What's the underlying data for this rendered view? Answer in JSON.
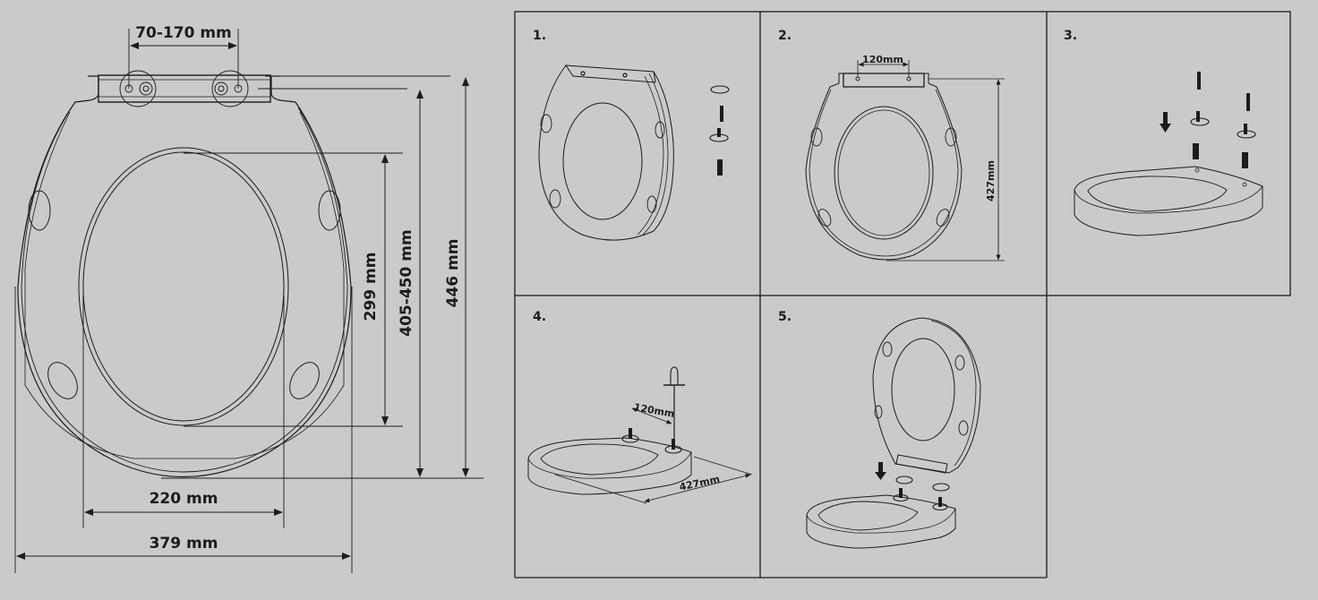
{
  "dimension_drawing": {
    "hinge_spacing": "70-170 mm",
    "opening_length": "299 mm",
    "seat_length_range": "405-450 mm",
    "overall_length": "446 mm",
    "opening_width": "220 mm",
    "overall_width": "379 mm"
  },
  "steps": [
    {
      "number": "1.",
      "description": "seat and hinge parts: cap, bolt, hinge post, anchor"
    },
    {
      "number": "2.",
      "hinge_spacing": "120mm",
      "seat_length": "427mm"
    },
    {
      "number": "3.",
      "description": "insert anchors, posts and bolts into bowl"
    },
    {
      "number": "4.",
      "hinge_spacing": "120mm",
      "bowl_length": "427mm"
    },
    {
      "number": "5.",
      "description": "place seat onto hinge posts"
    }
  ],
  "colors": {
    "background": "#c9cacc",
    "ink": "#1c1c1c"
  }
}
